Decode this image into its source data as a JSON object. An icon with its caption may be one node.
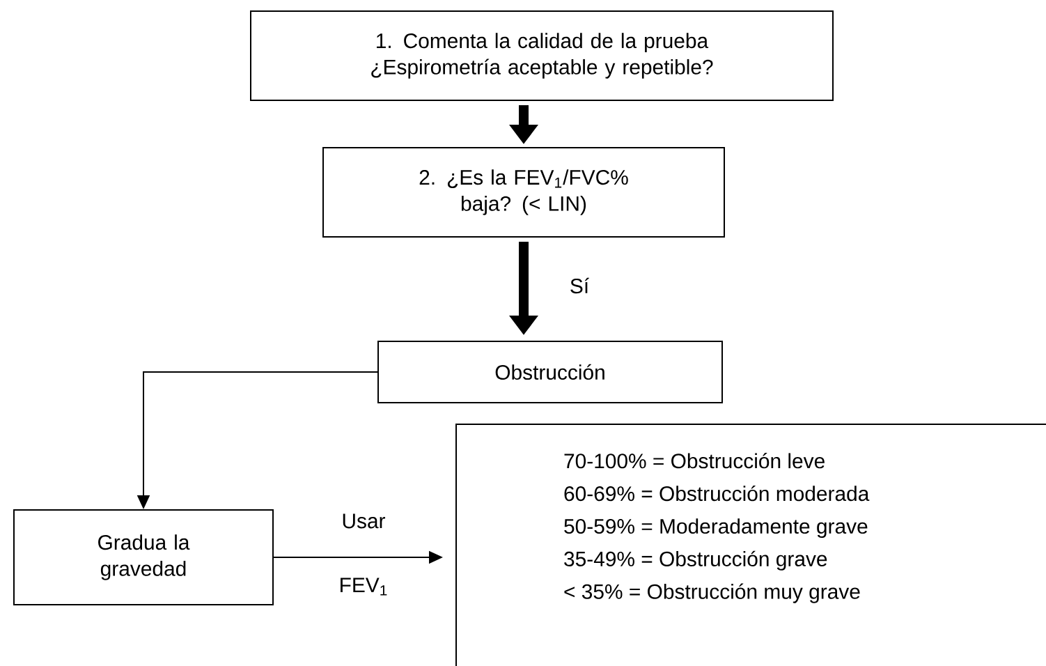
{
  "diagram": {
    "nodes": [
      {
        "text": [
          "1. Comenta la calidad de la prueba ¿Espirometría aceptable y repetible?"
        ]
      },
      {
        "text": [
          "2. ¿Es la FEV$_{1}$/FVC% baja? (< LIN)"
        ]
      },
      {
        "text": [
          "Obstrucción"
        ]
      },
      {
        "text": [
          "Gradua la gravedad"
        ]
      },
      {
        "text": [
          "70-100% = Obstrucción leve",
          "60-69% = Obstrucción moderada",
          "50-59% = Moderadamente grave",
          "35-49% = Obstrucción grave",
          "< 35% = Obstrucción muy grave"
        ]
      }
    ],
    "edges": [
      {
        "from": 0,
        "to": 1,
        "arrow": "to",
        "style": "thick"
      },
      {
        "from": 1,
        "to": 2,
        "arrow": "to",
        "style": "thick",
        "label": "Sí"
      },
      {
        "from": 2,
        "to": 3,
        "arrow": "to"
      },
      {
        "from": 3,
        "to": 4,
        "arrow": "to",
        "label": "Usar"
      }
    ],
    "labels": [
      "FEV$_{1}$"
    ]
  }
}
